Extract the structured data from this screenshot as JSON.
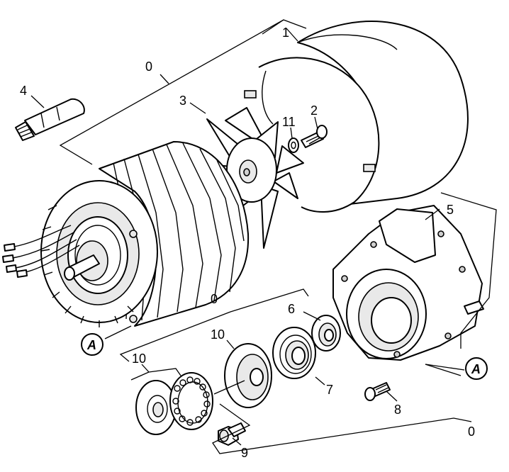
{
  "callouts": {
    "c1": "1",
    "c2": "2",
    "c3": "3",
    "c4": "4",
    "c5": "5",
    "c6": "6",
    "c7": "7",
    "c8": "8",
    "c9": "9",
    "c10a": "10",
    "c10b": "10",
    "c11": "11",
    "c0a": "0",
    "c0b": "0",
    "c0c": "0"
  },
  "markers": {
    "a_left": "A",
    "a_right": "A"
  }
}
